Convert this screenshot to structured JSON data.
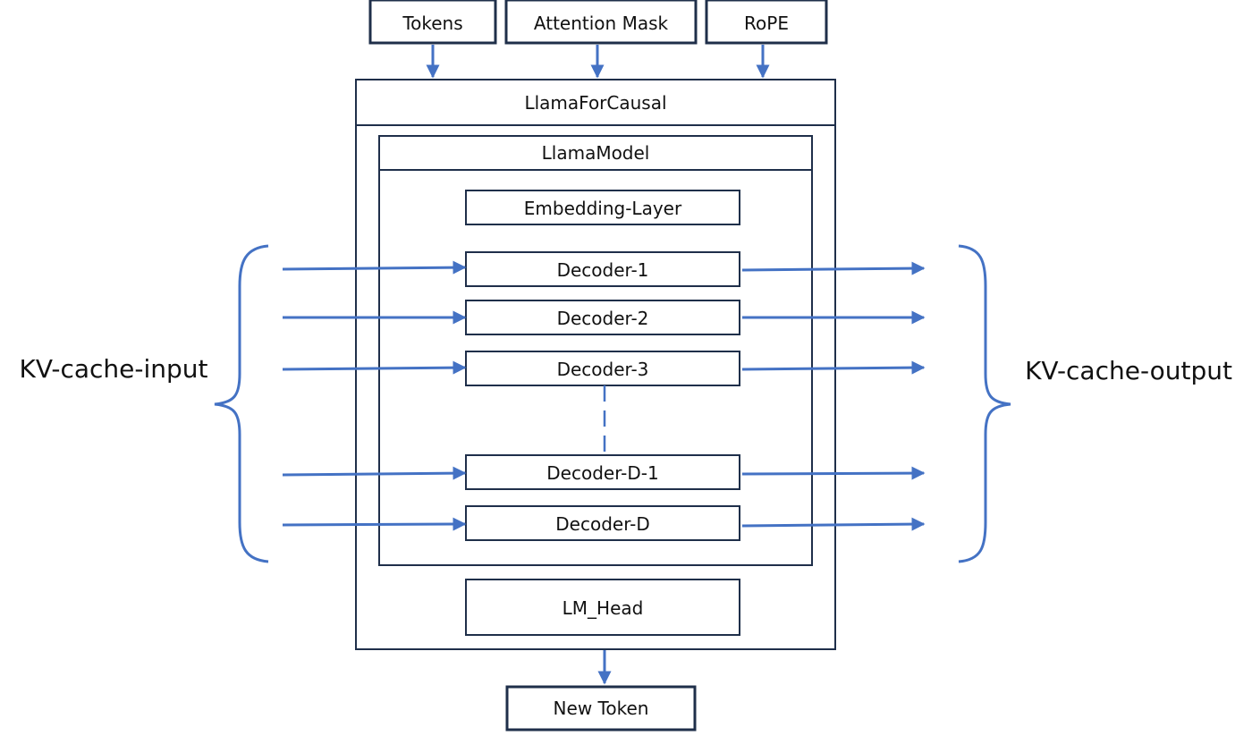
{
  "colors": {
    "box_border": "#1f2f4a",
    "arrow": "#4472c4",
    "text": "#111111",
    "background": "#ffffff"
  },
  "inputs": {
    "tokens": "Tokens",
    "attention_mask": "Attention Mask",
    "rope": "RoPE"
  },
  "outer_module": {
    "title": "LlamaForCausal"
  },
  "inner_module": {
    "title": "LlamaModel",
    "embedding": "Embedding-Layer",
    "decoders": [
      "Decoder-1",
      "Decoder-2",
      "Decoder-3",
      "Decoder-D-1",
      "Decoder-D"
    ]
  },
  "head": "LM_Head",
  "output": "New Token",
  "kv_cache": {
    "input_label": "KV-cache-input",
    "output_label": "KV-cache-output"
  }
}
